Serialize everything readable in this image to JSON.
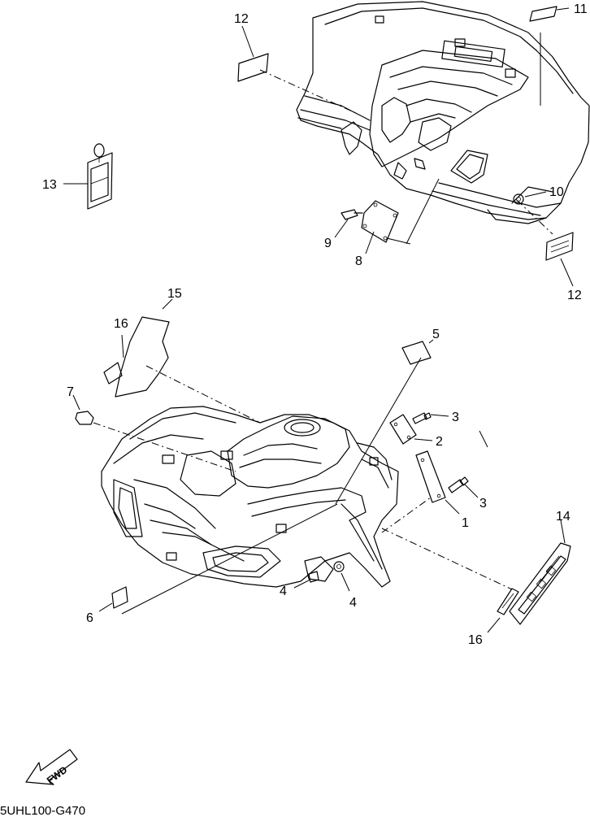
{
  "diagram": {
    "drawing_code": "5UHL100-G470",
    "fwd_label": "FWD",
    "callouts": {
      "c1": "1",
      "c2": "2",
      "c3a": "3",
      "c3b": "3",
      "c4a": "4",
      "c4b": "4",
      "c5": "5",
      "c6": "6",
      "c7": "7",
      "c8": "8",
      "c9": "9",
      "c10": "10",
      "c11": "11",
      "c12a": "12",
      "c12b": "12",
      "c13": "13",
      "c14": "14",
      "c15": "15",
      "c16a": "16",
      "c16b": "16"
    }
  }
}
